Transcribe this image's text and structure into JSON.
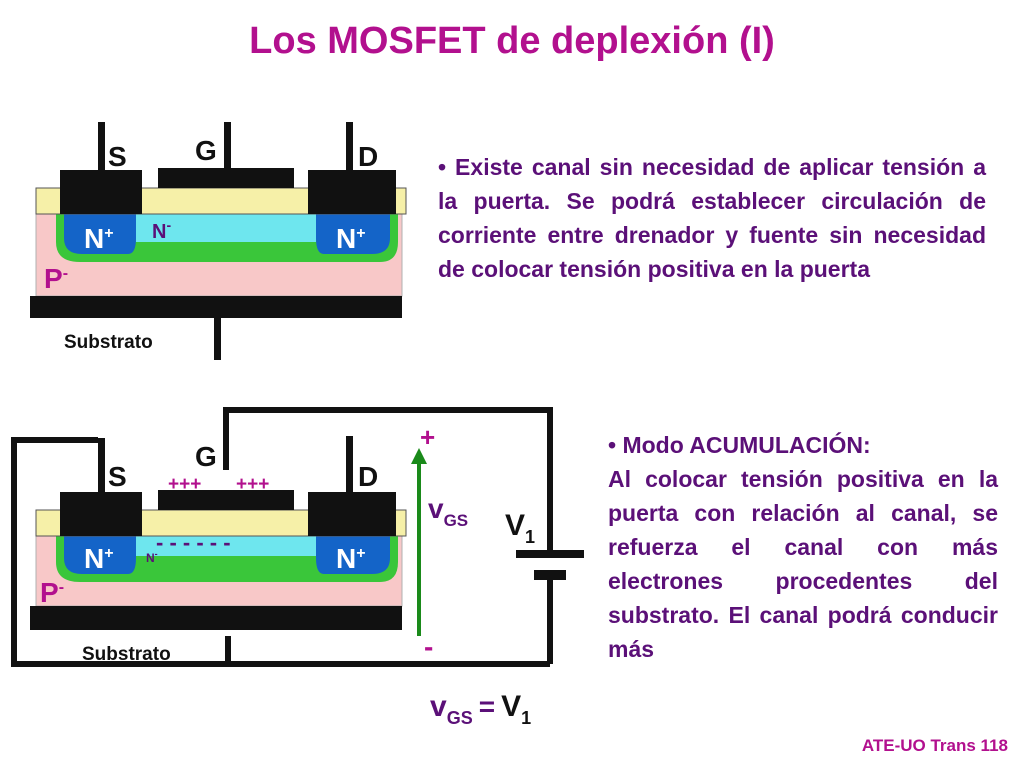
{
  "title": "Los MOSFET de deplexión (I)",
  "footer": "ATE-UO Trans 118",
  "text1": "• Existe canal sin necesidad de aplicar tensión a la puerta. Se podrá establecer circulación de corriente entre drenador y fuente sin necesidad de colocar tensión positiva en la puerta",
  "text2": {
    "heading": "• Modo ACUMULACIÓN:",
    "body": "Al colocar tensión positiva en la puerta con relación al canal, se refuerza el canal con más electrones procedentes del substrato. El canal podrá conducir más"
  },
  "diagram1": {
    "source": "S",
    "gate": "G",
    "drain": "D",
    "n_plus": "N",
    "plus_sup": "+",
    "channel": "N",
    "minus_sup": "-",
    "substrate_type": "P",
    "substrate": "Substrato"
  },
  "diagram2": {
    "source": "S",
    "gate": "G",
    "drain": "D",
    "n_plus": "N",
    "plus_sup": "+",
    "channel": "N",
    "minus_sup": "-",
    "substrate_type": "P",
    "substrate": "Substrato",
    "gate_charges_left": "+++",
    "gate_charges_right": "+++",
    "channel_charges": "- - - - - -",
    "polarity_plus": "+",
    "polarity_minus": "-",
    "vgs": "v",
    "vgs_sub": "GS",
    "battery": "V",
    "battery_sub": "1",
    "equation_lhs": "v",
    "equation_lhs_sub": "GS",
    "equation_eq": "=",
    "equation_rhs": "V",
    "equation_rhs_sub": "1"
  },
  "colors": {
    "title": "#b2108e",
    "text": "#5b1078",
    "oxide": "#f6f0a8",
    "substrate_fill": "#f8c8c8",
    "n_region": "#1464c8",
    "depletion": "#3ac63a",
    "channel": "#6ee6ee",
    "metal": "#111111",
    "arrow": "#1a8a1a"
  }
}
